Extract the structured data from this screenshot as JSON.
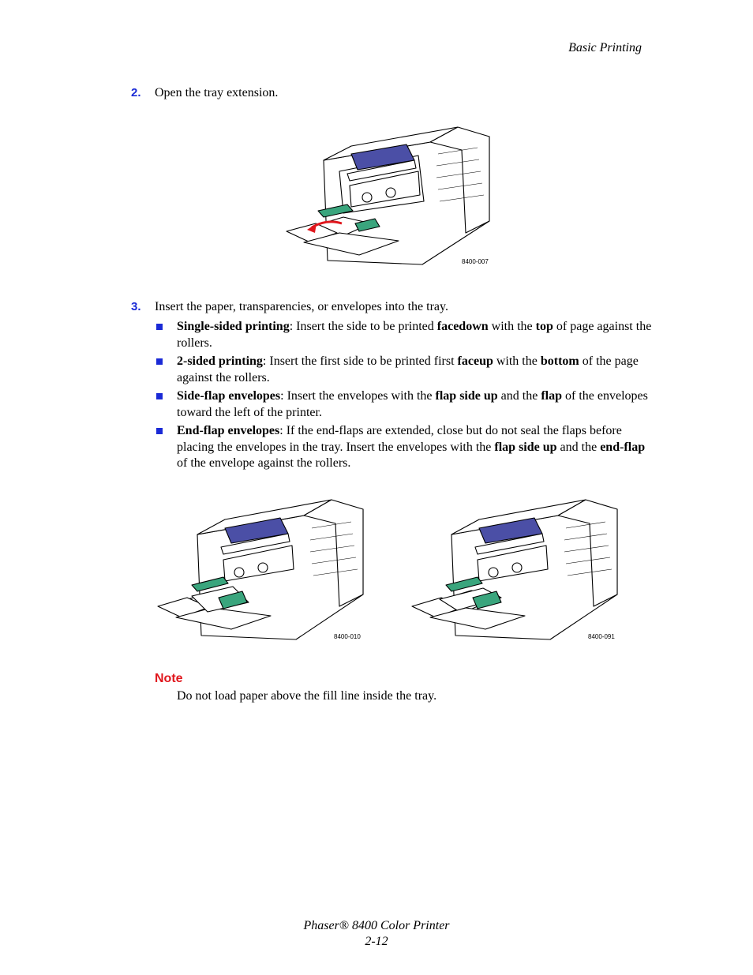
{
  "header": {
    "section": "Basic Printing"
  },
  "step2": {
    "number": "2.",
    "text": "Open the tray extension."
  },
  "figure1": {
    "id": "8400-007"
  },
  "step3": {
    "number": "3.",
    "text": "Insert the paper, transparencies, or envelopes into the tray."
  },
  "bullets": [
    [
      {
        "t": "Single-sided printing",
        "b": true
      },
      {
        "t": ": Insert the side to be printed ",
        "b": false
      },
      {
        "t": "facedown",
        "b": true
      },
      {
        "t": " with the ",
        "b": false
      },
      {
        "t": "top",
        "b": true
      },
      {
        "t": " of page against the rollers.",
        "b": false
      }
    ],
    [
      {
        "t": "2-sided printing",
        "b": true
      },
      {
        "t": ": Insert the first side to be printed first ",
        "b": false
      },
      {
        "t": "faceup",
        "b": true
      },
      {
        "t": " with the ",
        "b": false
      },
      {
        "t": "bottom",
        "b": true
      },
      {
        "t": " of the page against the rollers.",
        "b": false
      }
    ],
    [
      {
        "t": "Side-flap envelopes",
        "b": true
      },
      {
        "t": ": Insert the envelopes with the ",
        "b": false
      },
      {
        "t": "flap side up",
        "b": true
      },
      {
        "t": " and the ",
        "b": false
      },
      {
        "t": "flap",
        "b": true
      },
      {
        "t": " of the envelopes toward the left of the printer.",
        "b": false
      }
    ],
    [
      {
        "t": "End-flap envelopes",
        "b": true
      },
      {
        "t": ": If the end-flaps are extended, close but do not seal the flaps before placing the envelopes in the tray. Insert the envelopes with the ",
        "b": false
      },
      {
        "t": "flap side up",
        "b": true
      },
      {
        "t": " and the ",
        "b": false
      },
      {
        "t": "end-flap",
        "b": true
      },
      {
        "t": " of the envelope against the rollers.",
        "b": false
      }
    ]
  ],
  "figure2": {
    "id": "8400-010"
  },
  "figure3": {
    "id": "8400-091"
  },
  "note": {
    "title": "Note",
    "text": "Do not load paper above the fill line inside the tray."
  },
  "footer": {
    "line1": "Phaser® 8400 Color Printer",
    "line2": "2-12"
  },
  "colors": {
    "step_number": "#1a2ad6",
    "note_title": "#e0161c",
    "panel": "#4b4fa6",
    "guide": "#3aa57d",
    "arrow": "#e0161c"
  }
}
